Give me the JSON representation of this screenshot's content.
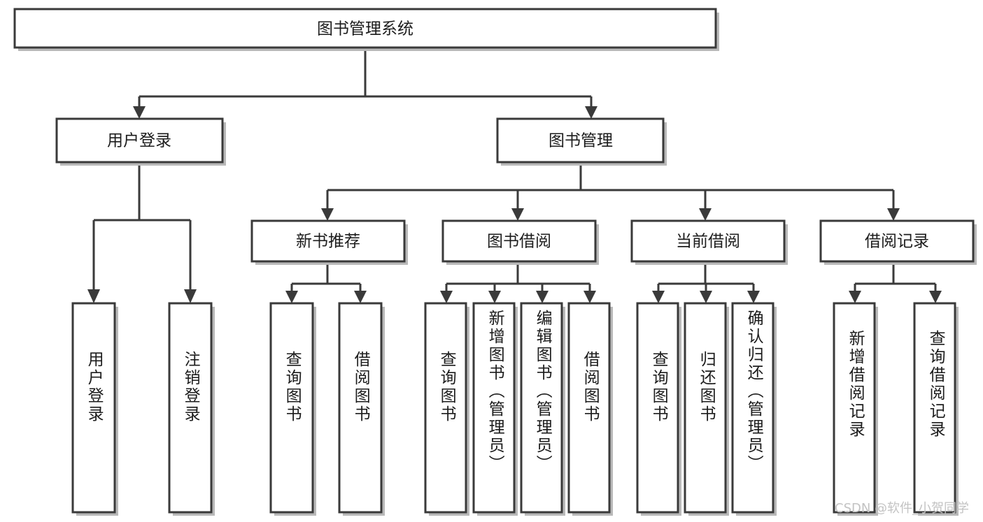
{
  "diagram": {
    "title": "图书管理系统",
    "type": "tree",
    "root": {
      "id": "root",
      "label": "图书管理系统",
      "orientation": "horizontal"
    },
    "level2": [
      {
        "id": "user-login",
        "label": "用户登录",
        "orientation": "horizontal"
      },
      {
        "id": "book-manage",
        "label": "图书管理",
        "orientation": "horizontal"
      }
    ],
    "level3": [
      {
        "id": "new-book-recommend",
        "label": "新书推荐",
        "orientation": "horizontal",
        "parent": "book-manage"
      },
      {
        "id": "book-borrow",
        "label": "图书借阅",
        "orientation": "horizontal",
        "parent": "book-manage"
      },
      {
        "id": "current-borrow",
        "label": "当前借阅",
        "orientation": "horizontal",
        "parent": "book-manage"
      },
      {
        "id": "borrow-record",
        "label": "借阅记录",
        "orientation": "horizontal",
        "parent": "book-manage"
      }
    ],
    "leaves": [
      {
        "id": "leaf-user-login",
        "label": "用户登录",
        "orientation": "vertical",
        "parent": "user-login"
      },
      {
        "id": "leaf-user-logout",
        "label": "注销登录",
        "orientation": "vertical",
        "parent": "user-login"
      },
      {
        "id": "leaf-query-book-1",
        "label": "查询图书",
        "orientation": "vertical",
        "parent": "new-book-recommend"
      },
      {
        "id": "leaf-borrow-book-1",
        "label": "借阅图书",
        "orientation": "vertical",
        "parent": "new-book-recommend"
      },
      {
        "id": "leaf-query-book-2",
        "label": "查询图书",
        "orientation": "vertical",
        "parent": "book-borrow"
      },
      {
        "id": "leaf-add-book",
        "label": "新增图书（管理员）",
        "orientation": "vertical",
        "parent": "book-borrow"
      },
      {
        "id": "leaf-edit-book",
        "label": "编辑图书（管理员）",
        "orientation": "vertical",
        "parent": "book-borrow"
      },
      {
        "id": "leaf-borrow-book-2",
        "label": "借阅图书",
        "orientation": "vertical",
        "parent": "book-borrow"
      },
      {
        "id": "leaf-query-book-3",
        "label": "查询图书",
        "orientation": "vertical",
        "parent": "current-borrow"
      },
      {
        "id": "leaf-return-book",
        "label": "归还图书",
        "orientation": "vertical",
        "parent": "current-borrow"
      },
      {
        "id": "leaf-confirm-return",
        "label": "确认归还（管理员）",
        "orientation": "vertical",
        "parent": "current-borrow"
      },
      {
        "id": "leaf-add-record",
        "label": "新增借阅记录",
        "orientation": "vertical",
        "parent": "borrow-record"
      },
      {
        "id": "leaf-query-record",
        "label": "查询借阅记录",
        "orientation": "vertical",
        "parent": "borrow-record"
      }
    ],
    "colors": {
      "box_stroke": "#3a3a3a",
      "box_fill": "#ffffff",
      "text": "#1c1c1c",
      "background": "#ffffff",
      "watermark": "#c3c3c3"
    }
  },
  "watermark": {
    "text": "CSDN @软件_小贺同学"
  }
}
